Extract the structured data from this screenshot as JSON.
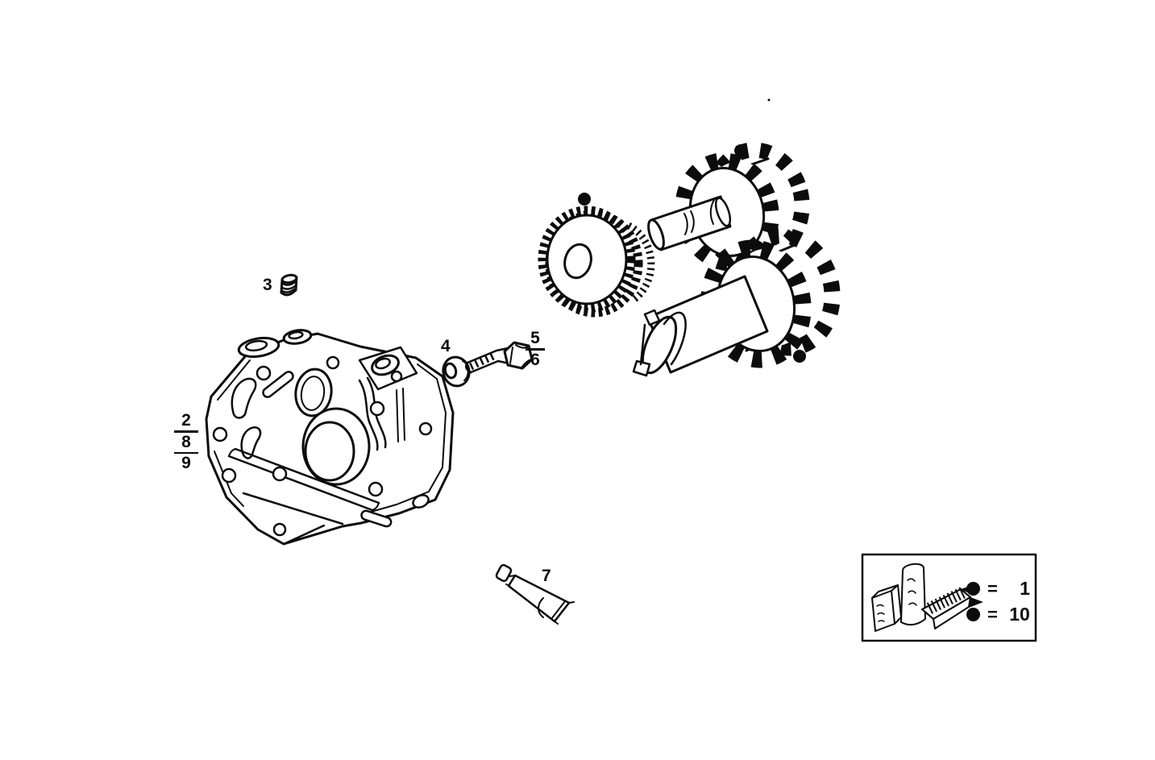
{
  "diagram": {
    "kind": "exploded-parts-drawing",
    "colors": {
      "ink": "#0c0c0c",
      "paper": "#ffffff"
    },
    "callouts": {
      "housing_top": "2",
      "housing_mid": "8",
      "housing_bottom": "9",
      "plug": "3",
      "washer": "4",
      "bolt_top": "5",
      "bolt_bottom": "6",
      "tube": "7"
    },
    "legend": {
      "rows": [
        {
          "symbol": "dot",
          "eq": "=",
          "value": "1"
        },
        {
          "symbol": "dot",
          "eq": "=",
          "value": "10"
        }
      ]
    }
  }
}
